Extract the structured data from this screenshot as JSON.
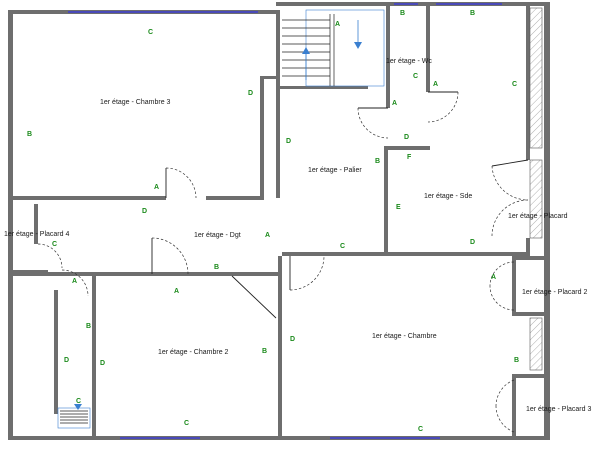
{
  "rooms": {
    "chambre3": "1er étage - Chambre 3",
    "palier": "1er étage - Palier",
    "wc": "1er étage - Wc",
    "sde": "1er étage - Sde",
    "placard": "1er étage - Placard",
    "placard4": "1er étage - Placard 4",
    "dgt": "1er étage - Dgt",
    "chambre2": "1er étage - Chambre 2",
    "chambre": "1er étage - Chambre",
    "placard2": "1er étage - Placard 2",
    "placard3": "1er étage - Placard 3"
  },
  "wall_letters": {
    "A": "A",
    "B": "B",
    "C": "C",
    "D": "D",
    "E": "E",
    "F": "F"
  },
  "colors": {
    "wall": "#6e6e6e",
    "letter": "#1a8a1a",
    "window": "#4a4ab8",
    "stair_arrow": "#3a7fd0",
    "hatch": "#9a9a9a"
  }
}
